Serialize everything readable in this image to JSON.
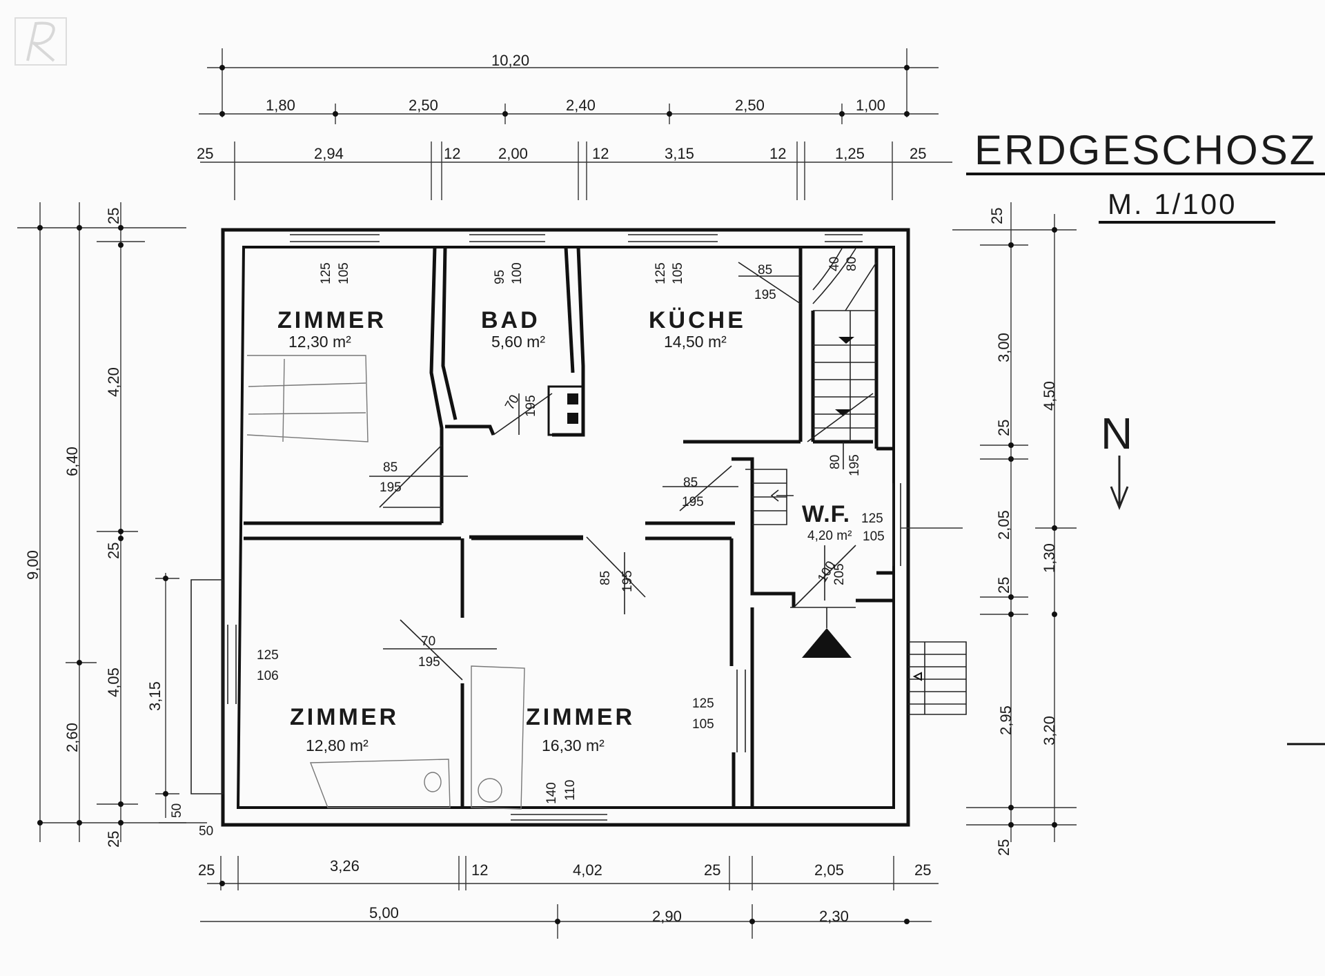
{
  "title": "ERDGESCHOSZ",
  "scale": "M. 1/100",
  "north_label": "N",
  "rooms": [
    {
      "name": "ZIMMER",
      "area": "12,30 m²"
    },
    {
      "name": "BAD",
      "area": "5,60 m²"
    },
    {
      "name": "KÜCHE",
      "area": "14,50 m²"
    },
    {
      "name": "W.F.",
      "area": "4,20 m²"
    },
    {
      "name": "ZIMMER",
      "area": "12,80 m²"
    },
    {
      "name": "ZIMMER",
      "area": "16,30 m²"
    }
  ],
  "dims": {
    "top_total": "10,20",
    "top_row1": [
      "1,80",
      "2,50",
      "2,40",
      "2,50",
      "1,00"
    ],
    "top_row2": [
      "25",
      "2,94",
      "12",
      "2,00",
      "12",
      "3,15",
      "12",
      "1,25",
      "25"
    ],
    "bottom_row1": [
      "25",
      "3,26",
      "12",
      "4,02",
      "25",
      "2,05",
      "25"
    ],
    "bottom_row2": [
      "5,00",
      "2,90",
      "2,30"
    ],
    "left_total": "9,00",
    "left_mid": [
      "6,40",
      "2,60"
    ],
    "left_inner": [
      "25",
      "4,20",
      "25",
      "4,05",
      "25"
    ],
    "left_window": [
      "3,15",
      "50",
      "50"
    ],
    "right_inner": [
      "25",
      "3,00",
      "25",
      "2,05",
      "25",
      "2,95",
      "25"
    ],
    "right_outer": [
      "4,50",
      "1,30",
      "3,20"
    ]
  },
  "openings": {
    "zimmer1_window": [
      "125",
      "105"
    ],
    "bad_window": [
      "95",
      "100"
    ],
    "kueche_window": [
      "125",
      "105"
    ],
    "stair_window": [
      "40",
      "80"
    ],
    "stair_door": [
      "85",
      "195"
    ],
    "bad_door": [
      "70",
      "195"
    ],
    "zimmer1_door": [
      "85",
      "195"
    ],
    "kueche_door": [
      "85",
      "195"
    ],
    "wf_door_top": [
      "80",
      "195"
    ],
    "wf_window": [
      "125",
      "105"
    ],
    "wf_door_bottom": [
      "100",
      "205"
    ],
    "hall_door": [
      "85",
      "195"
    ],
    "zimmer3_door": [
      "70",
      "195"
    ],
    "zimmer2_window": [
      "125",
      "106"
    ],
    "zimmer3_window_right": [
      "125",
      "105"
    ],
    "zimmer3_window_bottom": [
      "140",
      "110"
    ]
  }
}
